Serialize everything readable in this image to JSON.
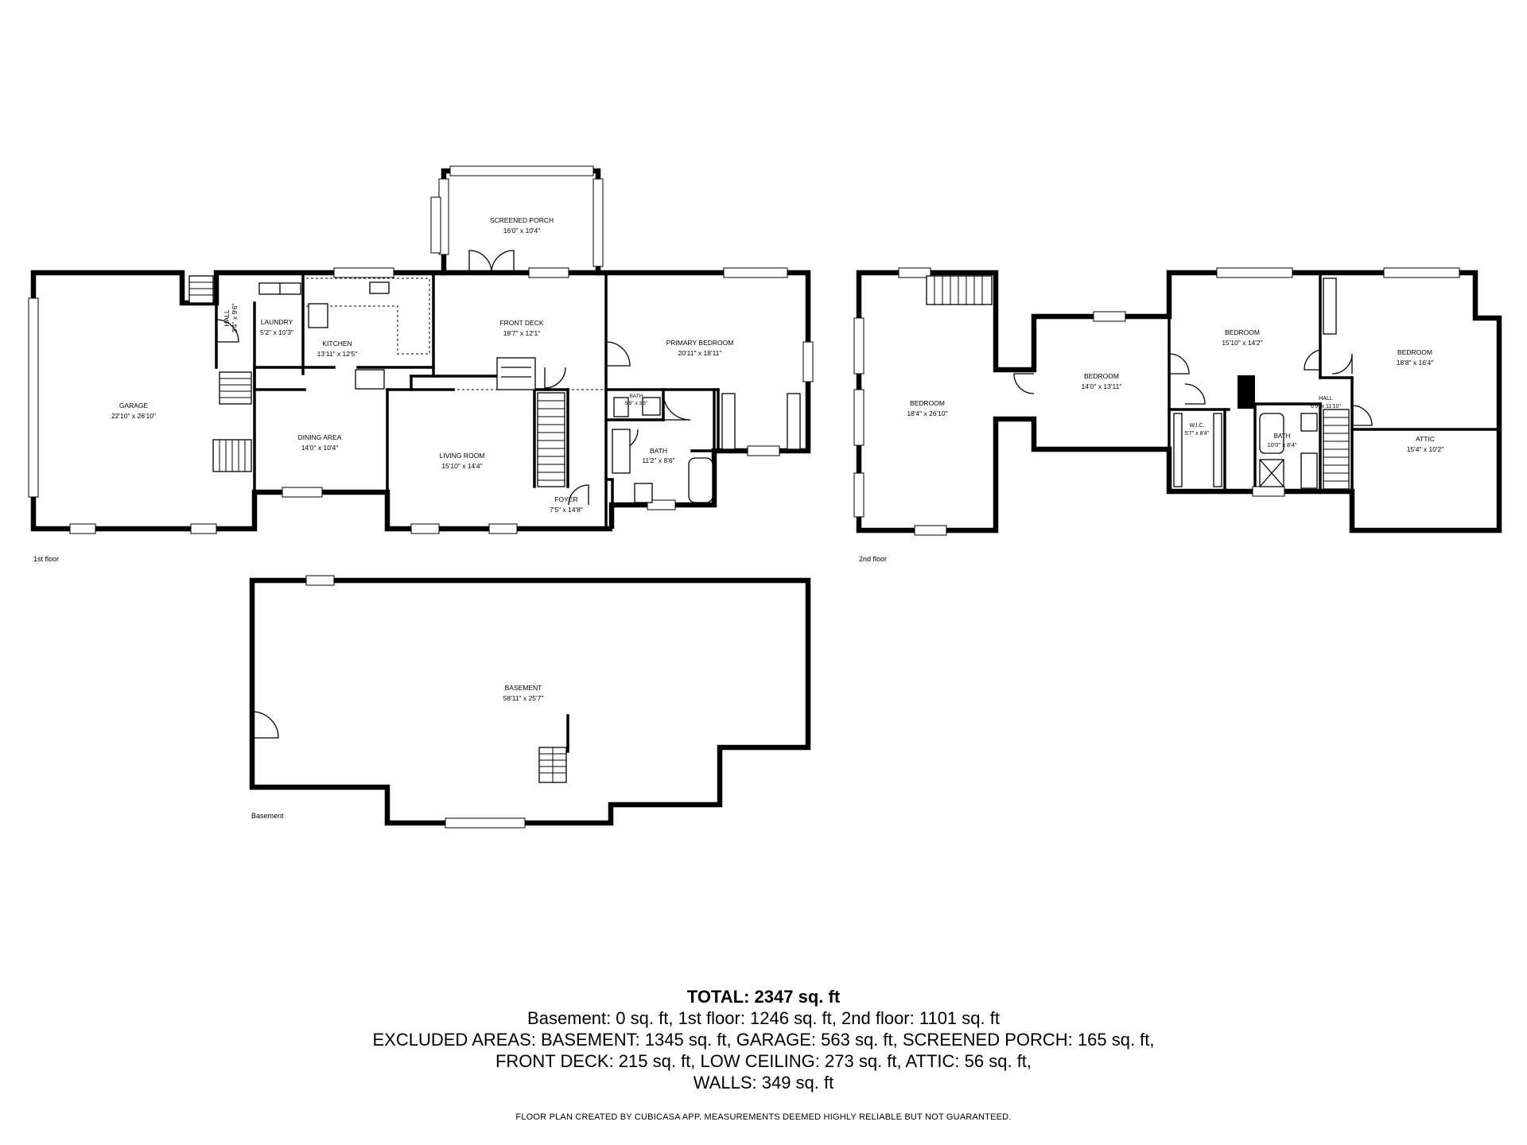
{
  "floors": [
    {
      "key": "first",
      "label": "1st floor"
    },
    {
      "key": "second",
      "label": "2nd floor"
    },
    {
      "key": "basement",
      "label": "Basement"
    }
  ],
  "rooms": [
    {
      "key": "garage",
      "name": "GARAGE",
      "dims": "22'10\" x 26'10\""
    },
    {
      "key": "hall1",
      "name": "HALL",
      "dims": "3'4\" x 9'6\""
    },
    {
      "key": "laundry",
      "name": "LAUNDRY",
      "dims": "5'2\" x 10'3\""
    },
    {
      "key": "kitchen",
      "name": "KITCHEN",
      "dims": "13'11\" x 12'5\""
    },
    {
      "key": "screened_porch",
      "name": "SCREENED PORCH",
      "dims": "16'0\" x 10'4\""
    },
    {
      "key": "front_deck",
      "name": "FRONT DECK",
      "dims": "18'7\" x 12'1\""
    },
    {
      "key": "primary_bedroom",
      "name": "PRIMARY BEDROOM",
      "dims": "20'11\" x 18'11\""
    },
    {
      "key": "dining_area",
      "name": "DINING AREA",
      "dims": "14'0\" x 10'4\""
    },
    {
      "key": "living_room",
      "name": "LIVING ROOM",
      "dims": "15'10\" x 14'4\""
    },
    {
      "key": "bath_small",
      "name": "BATH",
      "dims": "5'9\" x 3'3\""
    },
    {
      "key": "bath1",
      "name": "BATH",
      "dims": "11'2\" x 8'6\""
    },
    {
      "key": "foyer",
      "name": "FOYER",
      "dims": "7'5\" x 14'8\""
    },
    {
      "key": "bedroom_a",
      "name": "BEDROOM",
      "dims": "18'4\" x 26'10\""
    },
    {
      "key": "bedroom_b",
      "name": "BEDROOM",
      "dims": "14'0\" x 13'11\""
    },
    {
      "key": "bedroom_c",
      "name": "BEDROOM",
      "dims": "15'10\" x 14'2\""
    },
    {
      "key": "bedroom_d",
      "name": "BEDROOM",
      "dims": "18'8\" x 16'4\""
    },
    {
      "key": "wic",
      "name": "W.I.C.",
      "dims": "5'7\" x 8'4\""
    },
    {
      "key": "bath2",
      "name": "BATH",
      "dims": "10'0\" x 8'4\""
    },
    {
      "key": "hall2",
      "name": "HALL",
      "dims": "6'9\" x 11'10\""
    },
    {
      "key": "attic",
      "name": "ATTIC",
      "dims": "15'4\" x 10'2\""
    },
    {
      "key": "basement",
      "name": "BASEMENT",
      "dims": "58'11\" x 25'7\""
    }
  ],
  "summary": {
    "total": "TOTAL: 2347 sq. ft",
    "lines": [
      "Basement: 0 sq. ft, 1st floor: 1246 sq. ft, 2nd floor: 1101 sq. ft",
      "EXCLUDED AREAS: BASEMENT: 1345 sq. ft, GARAGE: 563 sq. ft, SCREENED PORCH: 165 sq. ft,",
      "FRONT DECK: 215 sq. ft, LOW CEILING: 273 sq. ft, ATTIC: 56 sq. ft,",
      "WALLS: 349 sq. ft"
    ],
    "footnote": "FLOOR PLAN CREATED BY CUBICASA APP. MEASUREMENTS DEEMED HIGHLY RELIABLE BUT NOT GUARANTEED."
  }
}
